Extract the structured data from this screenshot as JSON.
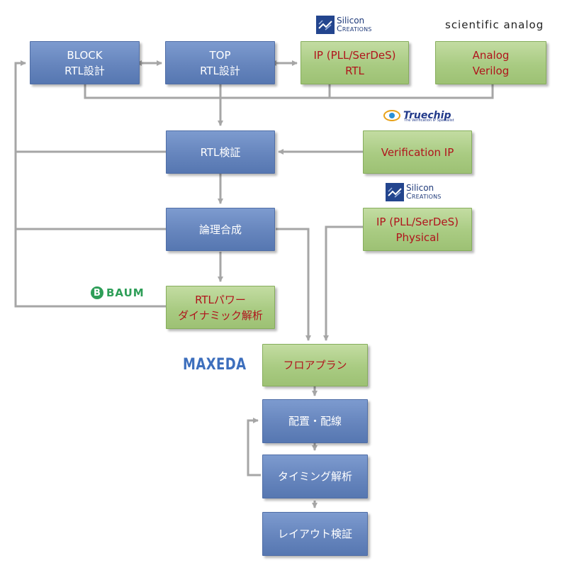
{
  "boxes": {
    "block_rtl": {
      "line1": "BLOCK",
      "line2": "RTL設計"
    },
    "top_rtl": {
      "line1": "TOP",
      "line2": "RTL設計"
    },
    "ip_rtl": {
      "line1": "IP (PLL/SerDeS)",
      "line2": "RTL"
    },
    "analog_verilog": {
      "line1": "Analog",
      "line2": "Verilog"
    },
    "rtl_verify": {
      "line1": "RTL検証"
    },
    "verification_ip": {
      "line1": "Verification IP"
    },
    "synthesis": {
      "line1": "論理合成"
    },
    "ip_physical": {
      "line1": "IP (PLL/SerDeS)",
      "line2": "Physical"
    },
    "rtl_power": {
      "line1": "RTLパワー",
      "line2": "ダイナミック解析"
    },
    "floorplan": {
      "line1": "フロアプラン"
    },
    "place_route": {
      "line1": "配置・配線"
    },
    "timing": {
      "line1": "タイミング解析"
    },
    "layout_verify": {
      "line1": "レイアウト検証"
    }
  },
  "logos": {
    "silicon_creations": {
      "line1": "Silicon",
      "line2": "Creations"
    },
    "scientific_analog": "scientific analog",
    "truechip": {
      "name": "Truechip",
      "tagline": "The Verification IP Specialist"
    },
    "baum": {
      "mark": "B",
      "name": "BAUM"
    },
    "maxeda": "MAXEDA"
  },
  "colors": {
    "blue_box": "#6685bd",
    "green_box": "#a9cb82",
    "green_text": "#b0141c",
    "connector": "#a6a6a6"
  }
}
